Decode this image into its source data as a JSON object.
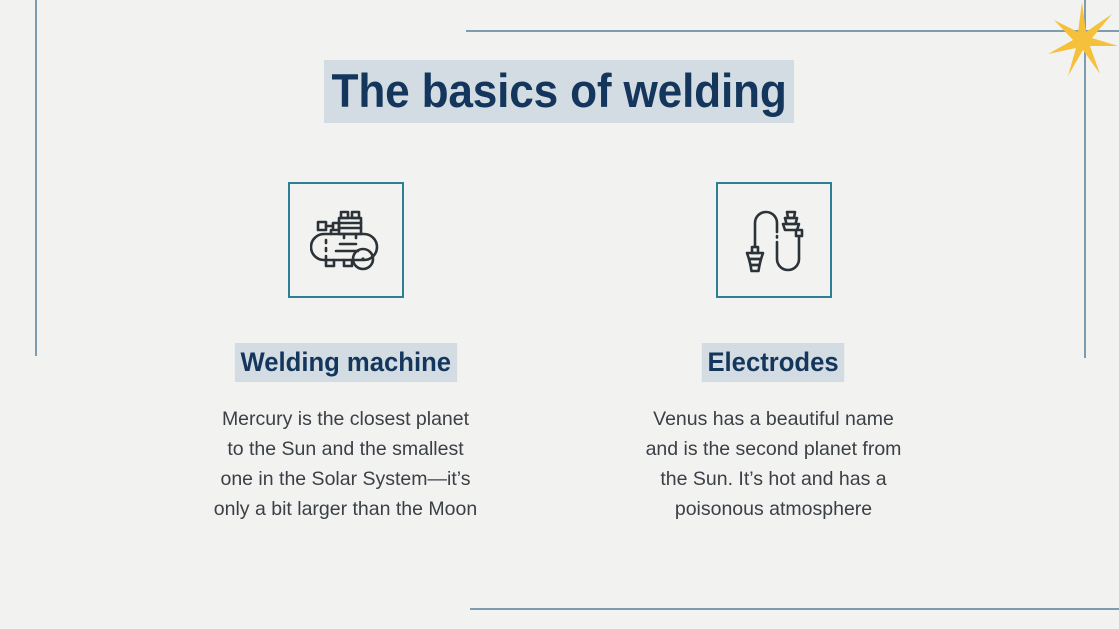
{
  "slide": {
    "background_color": "#f2f2f1",
    "title": "The basics of welding",
    "title_color": "#14365c",
    "highlight_color": "#d3dce2",
    "accent_color": "#2d7f96",
    "rule_color": "#7e9cb0",
    "sparkle_color": "#f5c13a",
    "body_color": "#3b4046"
  },
  "decor": {
    "sparkle_icon": "sparkle-star-icon",
    "rule_top": "horizontal-rule-top",
    "rule_bottom": "horizontal-rule-bottom",
    "rule_left": "vertical-rule-left",
    "rule_right": "vertical-rule-right"
  },
  "columns": [
    {
      "icon": "welding-machine-icon",
      "heading": "Welding machine",
      "body": "Mercury is the closest planet\nto the Sun and the smallest\none in the Solar System—it’s\nonly a bit larger than the Moon"
    },
    {
      "icon": "electrodes-icon",
      "heading": "Electrodes",
      "body": "Venus has a beautiful name\nand is the second planet from\nthe Sun. It’s hot and has a\npoisonous atmosphere"
    }
  ]
}
